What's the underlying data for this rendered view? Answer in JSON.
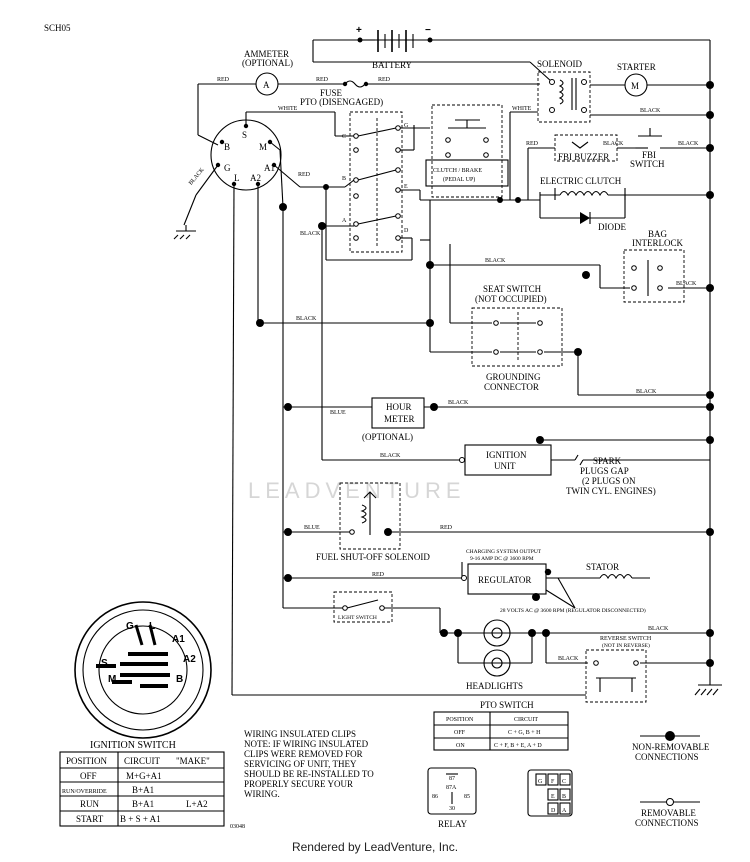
{
  "header": {
    "code": "SCH05",
    "drawing_number": "03048"
  },
  "components": {
    "battery": "BATTERY",
    "battery_plus": "+",
    "battery_minus": "−",
    "ammeter_title": "AMMETER",
    "ammeter_sub": "(OPTIONAL)",
    "ammeter_symbol": "A",
    "fuse": "FUSE",
    "solenoid": "SOLENOID",
    "starter": "STARTER",
    "starter_symbol": "M",
    "pto": "PTO (DISENGAGED)",
    "clutch_brake_1": "CLUTCH / BRAKE",
    "clutch_brake_2": "(PEDAL UP)",
    "fbi_buzzer": "FBI BUZZER",
    "fbi_switch_1": "FBI",
    "fbi_switch_2": "SWITCH",
    "electric_clutch": "ELECTRIC CLUTCH",
    "diode": "DIODE",
    "bag_interlock_1": "BAG",
    "bag_interlock_2": "INTERLOCK",
    "seat_switch_1": "SEAT SWITCH",
    "seat_switch_2": "(NOT OCCUPIED)",
    "grounding_1": "GROUNDING",
    "grounding_2": "CONNECTOR",
    "hour_meter_1": "HOUR",
    "hour_meter_2": "METER",
    "hour_meter_opt": "(OPTIONAL)",
    "ignition_unit_1": "IGNITION",
    "ignition_unit_2": "UNIT",
    "spark_1": "SPARK",
    "spark_2": "PLUGS GAP",
    "spark_3": "(2 PLUGS ON",
    "spark_4": "TWIN CYL. ENGINES)",
    "fuel_solenoid": "FUEL SHUT-OFF SOLENOID",
    "charging_1": "CHARGING SYSTEM OUTPUT",
    "charging_2": "9-16 AMP DC @ 3600 RPM",
    "regulator": "REGULATOR",
    "stator": "STATOR",
    "stator_ac": "28 VOLTS AC @ 3600 RPM (REGULATOR DISCONNECTED)",
    "light_switch": "LIGHT SWITCH",
    "headlights": "HEADLIGHTS",
    "reverse_switch": "REVERSE SWITCH",
    "reverse_sub": "(NOT IN REVERSE)"
  },
  "wire_labels": {
    "red": "RED",
    "black": "BLACK",
    "white": "WHITE",
    "blue": "BLUE"
  },
  "ignition_terminals": [
    "B",
    "S",
    "M",
    "G",
    "L",
    "A2",
    "A1"
  ],
  "pto_terminals": [
    "C",
    "B",
    "A",
    "G",
    "E",
    "D"
  ],
  "ignition_switch": {
    "title": "IGNITION SWITCH",
    "face_labels": [
      "G",
      "L",
      "A1",
      "S",
      "A2",
      "M",
      "B"
    ],
    "headers": [
      "POSITION",
      "CIRCUIT",
      "\"MAKE\""
    ],
    "rows": [
      [
        "OFF",
        "M+G+A1",
        ""
      ],
      [
        "RUN/OVERRIDE",
        "B+A1",
        ""
      ],
      [
        "RUN",
        "B+A1",
        "L+A2"
      ],
      [
        "START",
        "B + S + A1",
        ""
      ]
    ]
  },
  "wiring_note": [
    "WIRING INSULATED CLIPS",
    "NOTE: IF WIRING INSULATED",
    "CLIPS WERE REMOVED FOR",
    "SERVICING OF UNIT, THEY",
    "SHOULD BE RE-INSTALLED TO",
    "PROPERLY SECURE YOUR",
    "WIRING."
  ],
  "pto_switch_table": {
    "title": "PTO SWITCH",
    "headers": [
      "POSITION",
      "CIRCUIT"
    ],
    "rows": [
      [
        "OFF",
        "C + G, B + H"
      ],
      [
        "ON",
        "C + F, B + E, A + D"
      ]
    ]
  },
  "relay": {
    "label": "RELAY",
    "pins": [
      "87",
      "87A",
      "86",
      "85",
      "30"
    ]
  },
  "connector_pins": [
    "G",
    "F",
    "C",
    "E",
    "B",
    "D",
    "A"
  ],
  "legend": {
    "non_removable_1": "NON-REMOVABLE",
    "non_removable_2": "CONNECTIONS",
    "removable_1": "REMOVABLE",
    "removable_2": "CONNECTIONS"
  },
  "watermark": "LEADVENTURE",
  "footer": "Rendered by LeadVenture, Inc."
}
